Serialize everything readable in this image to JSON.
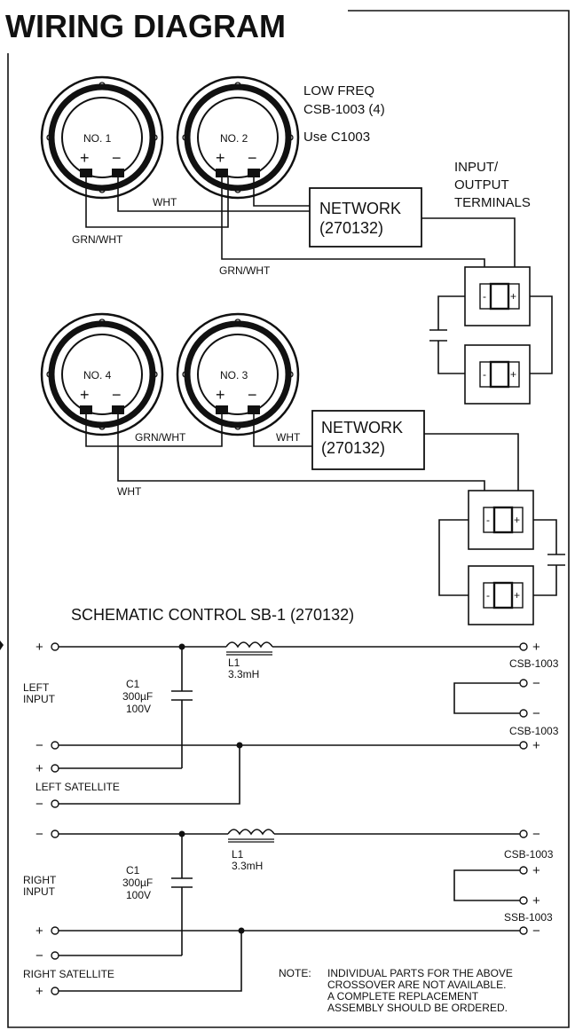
{
  "title": "WIRING DIAGRAM",
  "low_freq": [
    "LOW FREQ",
    "CSB-1003 (4)",
    "Use C1003"
  ],
  "terminals_label": [
    "INPUT/",
    "OUTPUT",
    "TERMINALS"
  ],
  "speakers": {
    "no1": "NO. 1",
    "no2": "NO. 2",
    "no3": "NO. 3",
    "no4": "NO. 4"
  },
  "polarity": {
    "plus": "+",
    "minus": "−"
  },
  "networks": {
    "top": {
      "name": "NETWORK",
      "part": "(270132)"
    },
    "bottom": {
      "name": "NETWORK",
      "part": "(270132)"
    }
  },
  "wires": {
    "wht_top": "WHT",
    "grn_wht_1": "GRN/WHT",
    "grn_wht_2": "GRN/WHT",
    "grn_wht_3": "GRN/WHT",
    "wht_mid": "WHT",
    "wht_bottom": "WHT"
  },
  "terminal_marks": {
    "minus": "-",
    "plus": "+"
  },
  "schematic": {
    "title": "SCHEMATIC CONTROL SB-1 (270132)",
    "left_input": [
      "LEFT",
      "INPUT"
    ],
    "left_satellite": "LEFT SATELLITE",
    "right_input": [
      "RIGHT",
      "INPUT"
    ],
    "right_satellite": "RIGHT SATELLITE",
    "c1_top": [
      "C1",
      "300µF",
      "100V"
    ],
    "c1_bottom": [
      "C1",
      "300µF",
      "100V"
    ],
    "l1_top": [
      "L1",
      "3.3mH"
    ],
    "l1_bottom": [
      "L1",
      "3.3mH"
    ],
    "out_labels": {
      "csb_1": "CSB-1003",
      "csb_2": "CSB-1003",
      "csb_3": "CSB-1003",
      "ssb_4": "SSB-1003"
    },
    "signs": {
      "p": "+",
      "m": "−"
    },
    "note_head": "NOTE:",
    "note_lines": [
      "INDIVIDUAL PARTS FOR THE ABOVE",
      "CROSSOVER ARE NOT AVAILABLE.",
      "A COMPLETE REPLACEMENT",
      "ASSEMBLY SHOULD BE ORDERED."
    ]
  }
}
